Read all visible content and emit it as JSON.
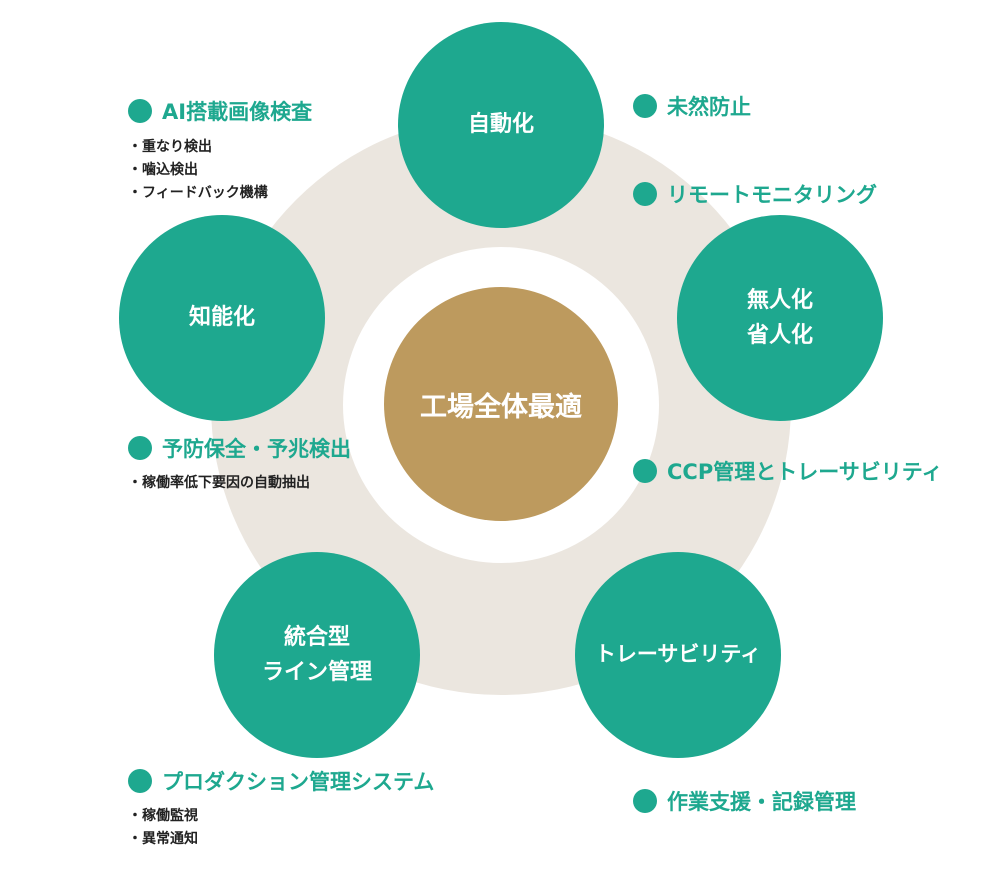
{
  "center": "工場全体最適",
  "nodes": [
    {
      "label": "自動化"
    },
    {
      "label": "無人化\n省人化"
    },
    {
      "label": "トレーサビリティ"
    },
    {
      "label": "統合型\nライン管理"
    },
    {
      "label": "知能化"
    }
  ],
  "labels": {
    "ai_inspection": {
      "title": "AI搭載画像検査",
      "items": [
        "・重なり検出",
        "・噛込検出",
        "・フィードバック機構"
      ]
    },
    "predictive": {
      "title": "予防保全・予兆検出",
      "items": [
        "・稼働率低下要因の自動抽出"
      ]
    },
    "production": {
      "title": "プロダクション管理システム",
      "items": [
        "・稼働監視",
        "・異常通知"
      ]
    },
    "prevention": {
      "title": "未然防止"
    },
    "remote": {
      "title": "リモートモニタリング"
    },
    "ccp": {
      "title": "CCP管理とトレーサビリティ"
    },
    "work_support": {
      "title": "作業支援・記録管理"
    }
  },
  "colors": {
    "green": "#1ea88f",
    "gold": "#bd9a5e",
    "beige": "#ebe6df"
  }
}
